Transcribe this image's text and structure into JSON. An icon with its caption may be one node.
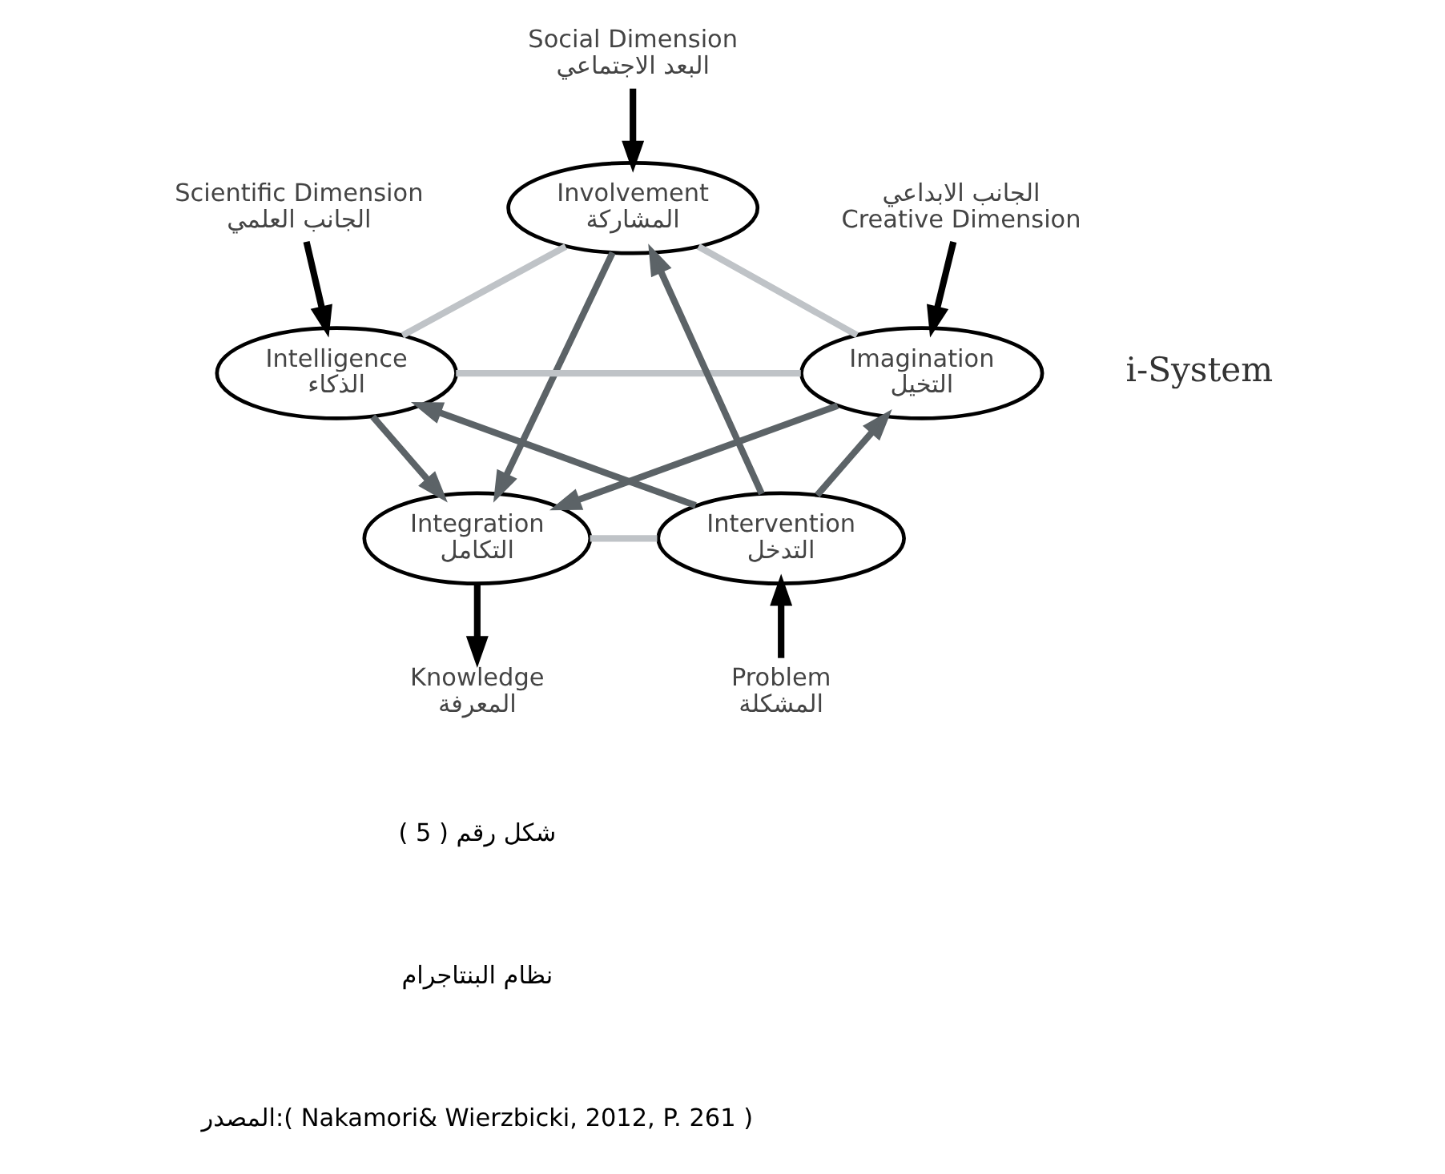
{
  "diagram": {
    "nodes": [
      {
        "text": [
          "Social Dimension",
          "البعد الاجتماعي"
        ]
      },
      {
        "text": [
          "Involvement",
          "المشاركة"
        ]
      },
      {
        "text": [
          "Scientific Dimension",
          "الجانب العلمي"
        ]
      },
      {
        "text": [
          "Intelligence",
          "الذكاء"
        ]
      },
      {
        "text": [
          "الجانب الابداعي",
          "Creative Dimension"
        ]
      },
      {
        "text": [
          "Imagination",
          "التخيل"
        ]
      },
      {
        "text": [
          "Integration",
          "التكامل"
        ]
      },
      {
        "text": [
          "Intervention",
          "التدخل"
        ]
      },
      {
        "text": [
          "Knowledge",
          "المعرفة"
        ]
      },
      {
        "text": [
          "Problem",
          "المشكلة"
        ]
      }
    ],
    "edges": [
      {
        "from": 0,
        "to": 1,
        "arrow": "to",
        "color": "#000000"
      },
      {
        "from": 2,
        "to": 3,
        "arrow": "to",
        "color": "#000000"
      },
      {
        "from": 4,
        "to": 5,
        "arrow": "to",
        "color": "#000000"
      },
      {
        "from": 1,
        "to": 3,
        "arrow": "none",
        "color": "#bfc3c7"
      },
      {
        "from": 1,
        "to": 5,
        "arrow": "none",
        "color": "#bfc3c7"
      },
      {
        "from": 3,
        "to": 5,
        "arrow": "none",
        "color": "#bfc3c7"
      },
      {
        "from": 7,
        "to": 1,
        "arrow": "to"
      },
      {
        "from": 1,
        "to": 6,
        "arrow": "to"
      },
      {
        "from": 7,
        "to": 3,
        "arrow": "to"
      },
      {
        "from": 3,
        "to": 6,
        "arrow": "to"
      },
      {
        "from": 5,
        "to": 6,
        "arrow": "to"
      },
      {
        "from": 7,
        "to": 5,
        "arrow": "to"
      },
      {
        "from": 6,
        "to": 7,
        "arrow": "none",
        "color": "#bfc3c7"
      },
      {
        "from": 6,
        "to": 8,
        "arrow": "to",
        "color": "#000000"
      },
      {
        "from": 9,
        "to": 7,
        "arrow": "to",
        "color": "#000000"
      }
    ],
    "labels": [
      "i-System",
      "شكل رقم ( 5 )",
      "نظام البنتاجرام",
      "المصدر:( Nakamori& Wierzbicki, 2012, P. 261 )"
    ]
  }
}
